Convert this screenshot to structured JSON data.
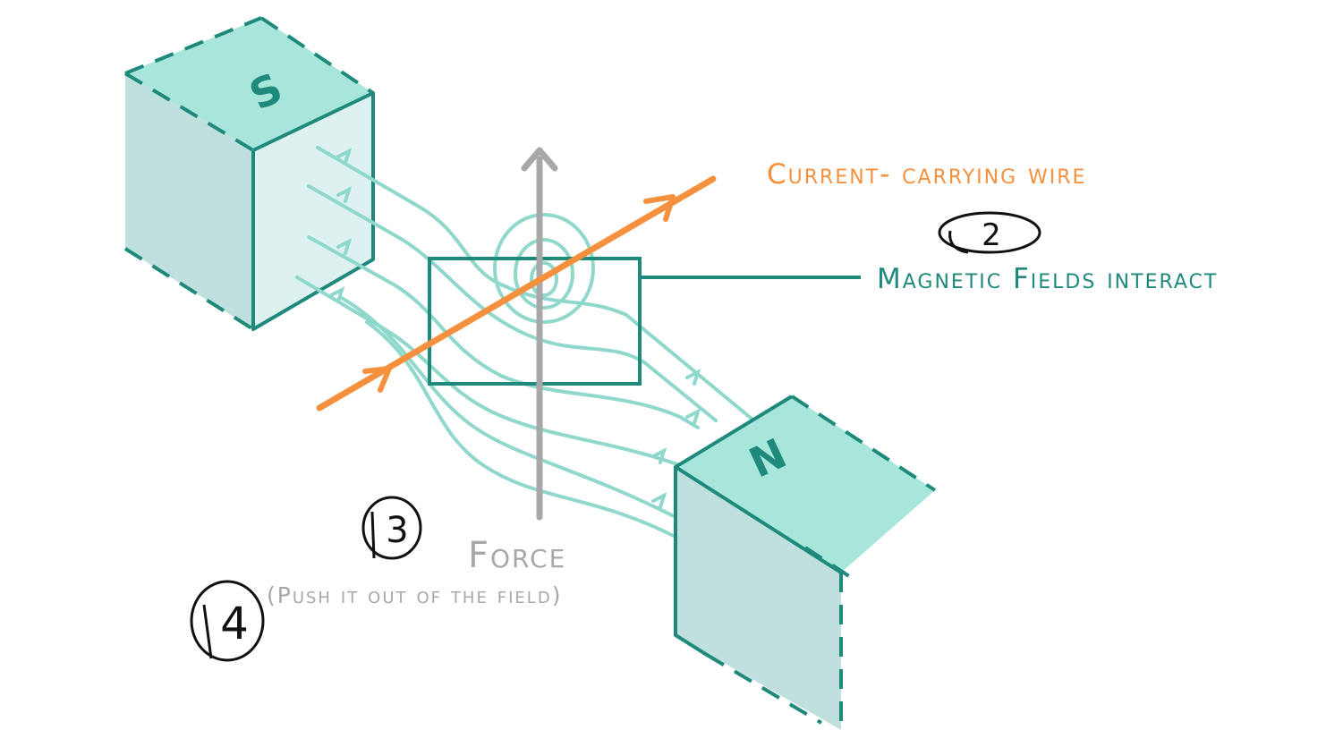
{
  "colors": {
    "teal_dark": "#1f8a7c",
    "teal_light": "#a8e6dc",
    "teal_mid": "#bfe0dc",
    "teal_pale": "#ddf2f0",
    "field_line": "#8fd8cb",
    "orange": "#f5913e",
    "gray": "#a8a8a8",
    "ink": "#111111"
  },
  "magnets": {
    "south_label": "S",
    "north_label": "N"
  },
  "labels": {
    "wire": "Current- carrying wire",
    "interact": "Magnetic Fields interact",
    "force": "Force",
    "push": "(Push it out of the field)"
  },
  "annotations": {
    "step2": "2",
    "step3": "3",
    "step4": "4"
  }
}
